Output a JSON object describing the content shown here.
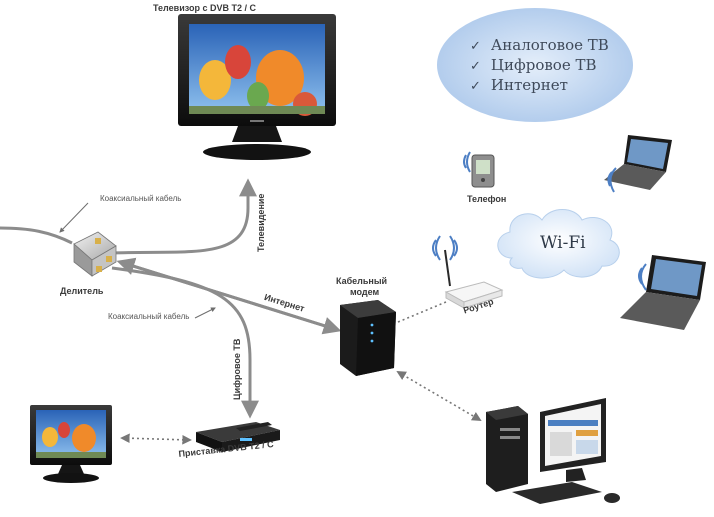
{
  "labels": {
    "tv_dvb": "Телевизор с DVB T2 / C",
    "coax_cable_top": "Коаксиальный кабель",
    "coax_cable_bottom": "Коаксиальный кабель",
    "splitter": "Делитель",
    "television": "Телевидение",
    "internet": "Интернет",
    "digital_tv": "Цифровое ТВ",
    "cable_modem_line1": "Кабельный",
    "cable_modem_line2": "модем",
    "router": "Роутер",
    "phone": "Телефон",
    "wifi": "Wi-Fi",
    "settop_box": "Приставка DVB T2 / C"
  },
  "features": [
    "Аналоговое ТВ",
    "Цифровое ТВ",
    "Интернет"
  ],
  "icons": {
    "check": "check-icon"
  },
  "colors": {
    "cable": "#8c8c8c",
    "feature_cloud": "#c9dcf2",
    "wifi_cloud": "#e8f1fb",
    "wifi_signal": "#4d7fc4"
  }
}
